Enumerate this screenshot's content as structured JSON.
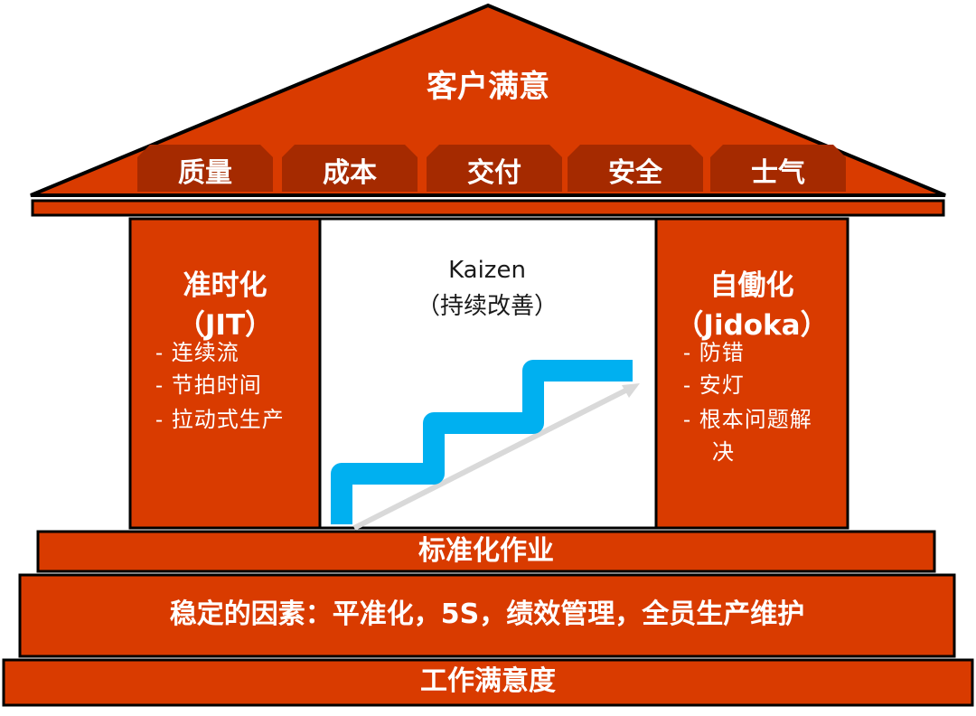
{
  "roof": {
    "title": "客户满意",
    "tags": [
      "质量",
      "成本",
      "交付",
      "安全",
      "士气"
    ]
  },
  "left_pillar": {
    "title": "准时化",
    "subtitle": "（JIT）",
    "items": [
      "- 连续流",
      "- 节拍时间",
      "- 拉动式生产"
    ]
  },
  "right_pillar": {
    "title": "自働化",
    "subtitle": "（Jidoka）",
    "items": [
      "- 防错",
      "- 安灯",
      "- 根本问题解",
      "决"
    ]
  },
  "center": {
    "title": "Kaizen",
    "subtitle": "（持续改善）"
  },
  "foundation": {
    "level1": "标准化作业",
    "level2": "稳定的因素：平准化，5S，绩效管理，全员生产维护",
    "level3": "工作满意度"
  },
  "colors": {
    "primary": "#d93b00",
    "tag_dark": "#a52a00",
    "outline": "#000000",
    "stair": "#00b0f0",
    "arrow": "#d9d9d9"
  }
}
